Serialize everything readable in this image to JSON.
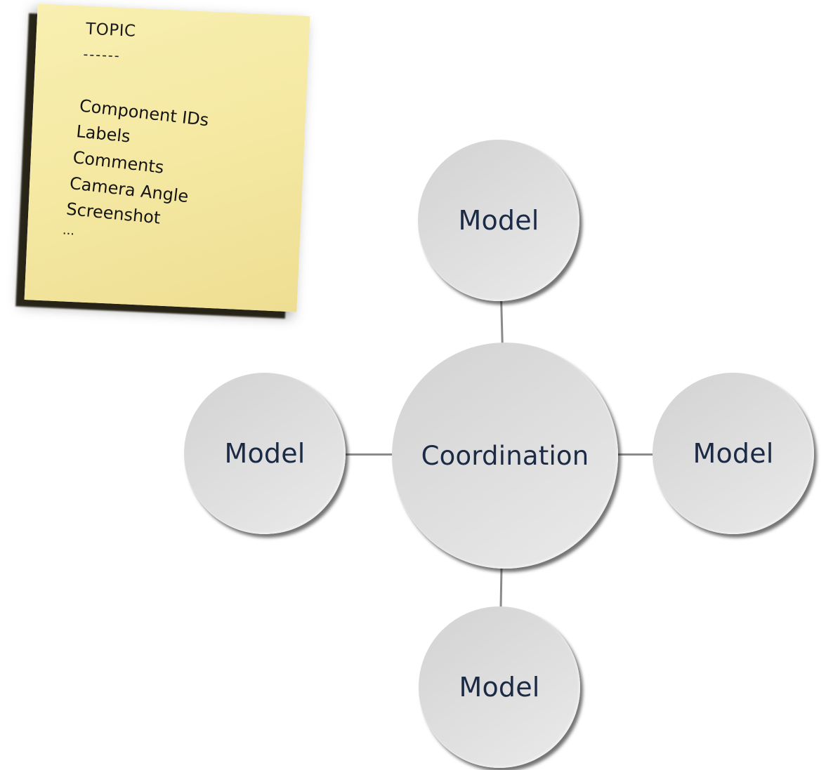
{
  "sticky_note": {
    "header": "TOPIC",
    "rule": "------",
    "items": [
      "Component IDs",
      "Labels",
      "Comments",
      "Camera Angle",
      "Screenshot",
      "..."
    ],
    "color": "#f5e9a4"
  },
  "diagram": {
    "center": {
      "label": "Coordination"
    },
    "nodes": {
      "top": {
        "label": "Model"
      },
      "left": {
        "label": "Model"
      },
      "right": {
        "label": "Model"
      },
      "bottom": {
        "label": "Model"
      }
    },
    "node_fill": "#dedede",
    "label_color": "#1b2a45",
    "connector_color": "#8a8a8a"
  }
}
